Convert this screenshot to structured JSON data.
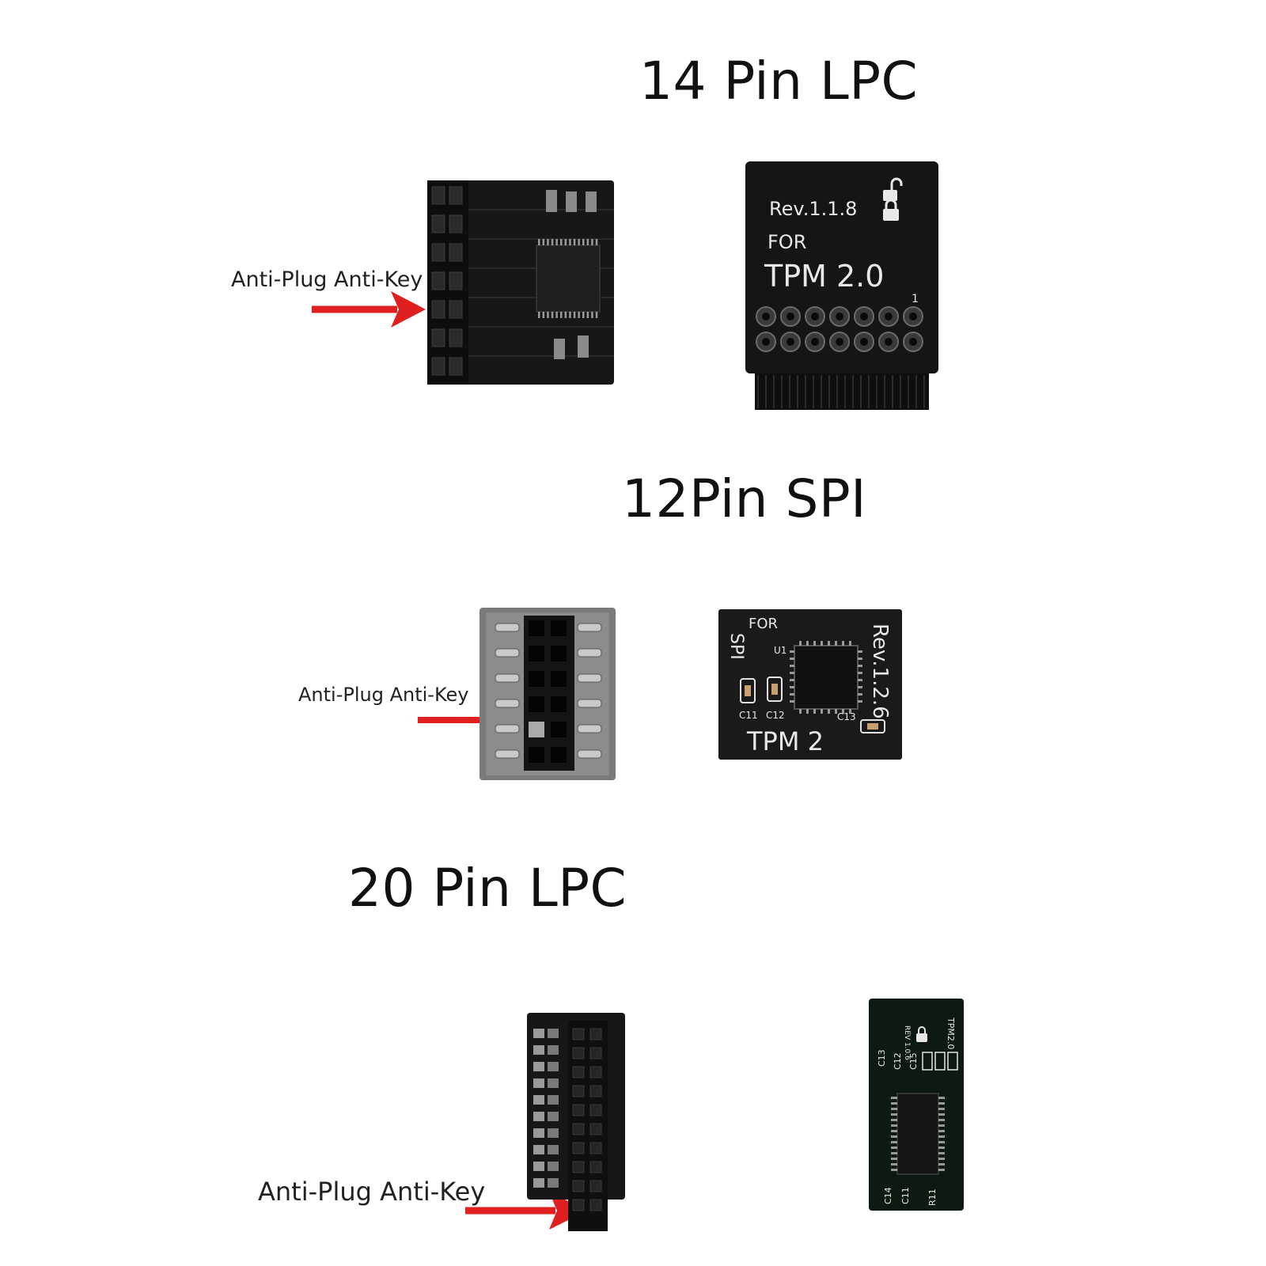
{
  "sections": [
    {
      "title": "14 Pin LPC",
      "callout": "Anti-Plug Anti-Key",
      "board_text": {
        "rev": "Rev.1.1.8",
        "for": "FOR",
        "tpm": "TPM 2.0",
        "pin1": "1"
      }
    },
    {
      "title": "12Pin SPI",
      "callout": "Anti-Plug Anti-Key",
      "board_text": {
        "for": "FOR",
        "spi": "SPI",
        "rev": "Rev.1.2.6",
        "tpm": "TPM 2",
        "c11": "C11",
        "c12": "C12",
        "c13": "C13",
        "u1": "U1"
      }
    },
    {
      "title": "20 Pin LPC",
      "callout": "Anti-Plug Anti-Key",
      "board_text": {
        "tpm": "TPM2.0",
        "rev": "REV 1.0.6",
        "c13": "C13",
        "c12": "C12",
        "c15": "C15",
        "c14": "C14",
        "c11": "C11",
        "r11": "R11"
      }
    }
  ],
  "colors": {
    "arrow": "#e02020",
    "pcb_black": "#151515",
    "pcb_green_black": "#0c1a12",
    "metal": "#7a7a7a"
  }
}
